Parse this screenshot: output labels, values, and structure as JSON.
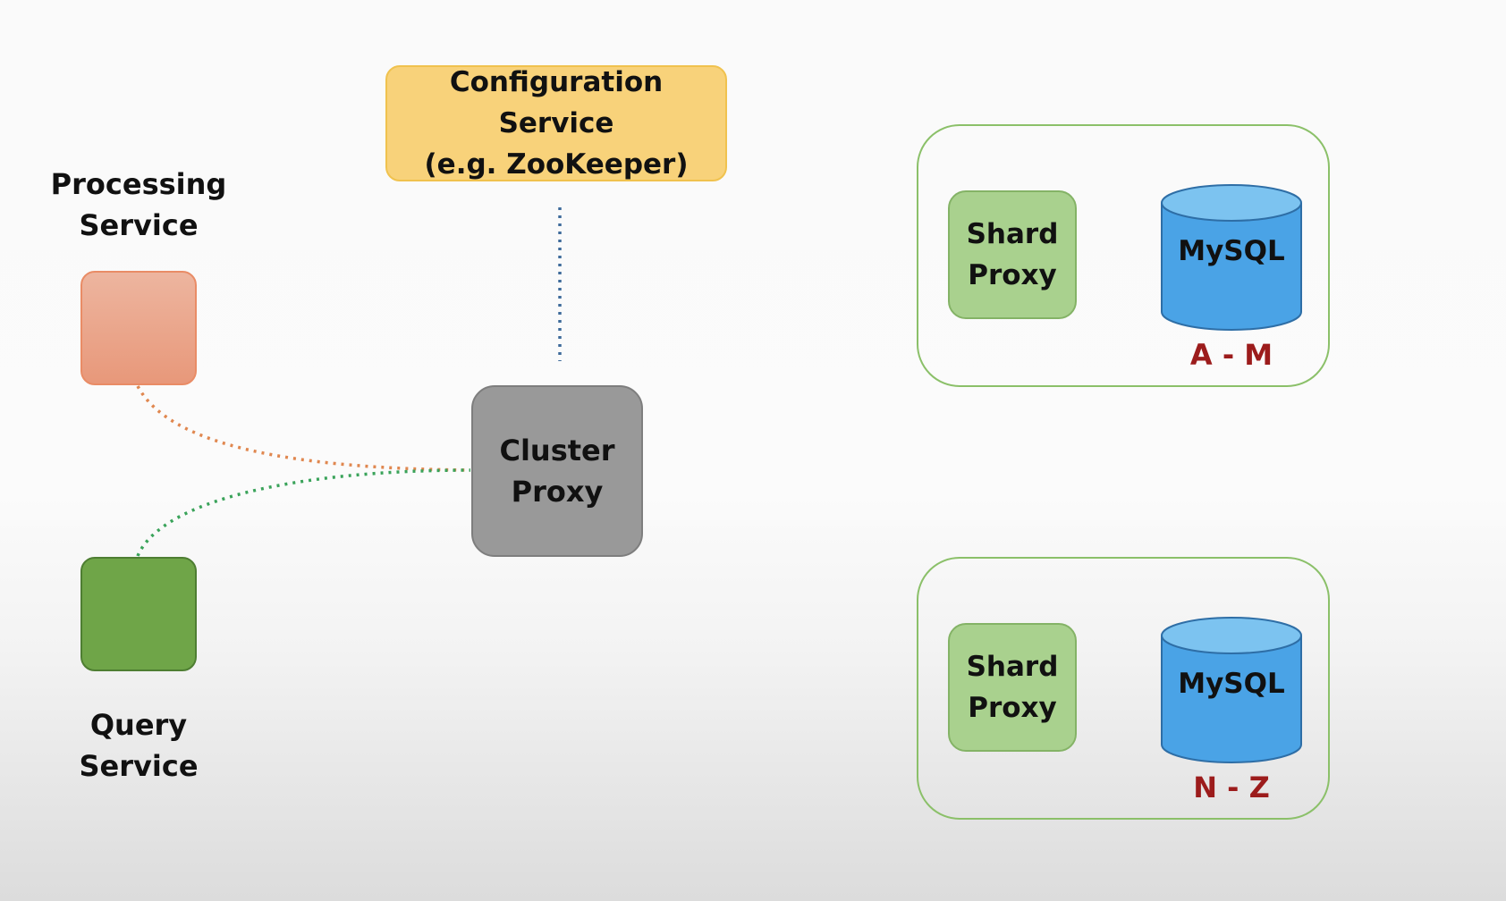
{
  "config_service": {
    "label": "Configuration Service\n(e.g. ZooKeeper)"
  },
  "processing_service": {
    "label": "Processing\nService"
  },
  "query_service": {
    "label": "Query\nService"
  },
  "cluster_proxy": {
    "label": "Cluster\nProxy"
  },
  "shards": [
    {
      "proxy_label": "Shard\nProxy",
      "db_label": "MySQL",
      "range": "A - M"
    },
    {
      "proxy_label": "Shard\nProxy",
      "db_label": "MySQL",
      "range": "N - Z"
    }
  ],
  "colors": {
    "config_fill": "#f8d27a",
    "processing_fill": "#e8987a",
    "query_fill": "#6fa548",
    "cluster_fill": "#999999",
    "shard_fill": "#a9d18e",
    "db_fill": "#4aa3e6",
    "range_text": "#9c1c1c",
    "line_processing": "#e0874f",
    "line_query": "#3aa35a",
    "line_config": "#3d6a9a"
  }
}
